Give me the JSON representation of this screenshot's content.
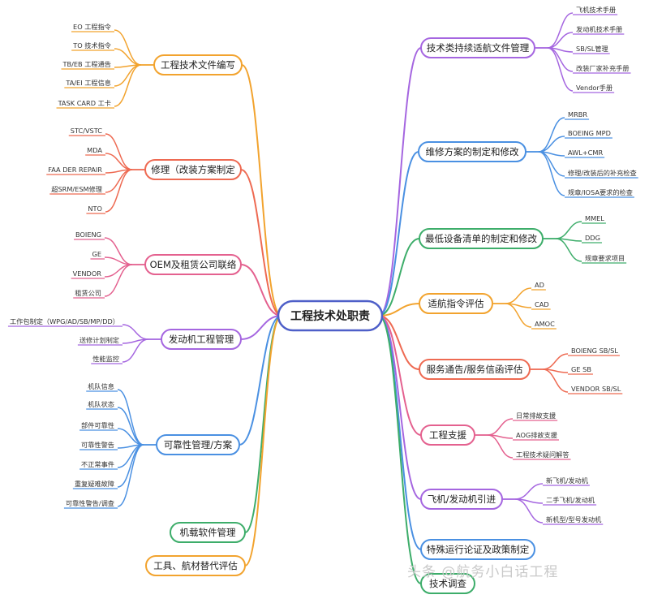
{
  "root": {
    "label": "工程技术处职责"
  },
  "watermark": "头条 @航务小白话工程",
  "colors": {
    "purple": "#a566e0",
    "blue": "#4a90e2",
    "green": "#3dad6a",
    "orange": "#f2a32e",
    "red": "#ee6a52",
    "pink": "#e4618f",
    "root_border": "#4e5fc8"
  },
  "branches": [
    {
      "id": "b1",
      "label": "工程技术文件编写",
      "color": "orange",
      "leaves": [
        "EO 工程指令",
        "TO 技术指令",
        "TB/EB 工程通告",
        "TA/EI 工程信息",
        "TASK CARD 工卡"
      ]
    },
    {
      "id": "b2",
      "label": "修理（改装方案制定",
      "color": "red",
      "leaves": [
        "STC/VSTC",
        "MDA",
        "FAA DER REPAIR",
        "超SRM/ESM修理",
        "NTO"
      ]
    },
    {
      "id": "b3",
      "label": "OEM及租赁公司联络",
      "color": "pink",
      "leaves": [
        "BOIENG",
        "GE",
        "VENDOR",
        "租赁公司"
      ]
    },
    {
      "id": "b4",
      "label": "发动机工程管理",
      "color": "purple",
      "leaves": [
        "工作包制定（WPG/AD/SB/MP/DD）",
        "送修计划制定",
        "性能监控"
      ]
    },
    {
      "id": "b5",
      "label": "可靠性管理/方案",
      "color": "blue",
      "leaves": [
        "机队信息",
        "机队状态",
        "部件可靠性",
        "可靠性警告",
        "不正常事件",
        "重复疑难故障",
        "可靠性警告/调查"
      ]
    },
    {
      "id": "b6",
      "label": "机载软件管理",
      "color": "green",
      "leaves": []
    },
    {
      "id": "b7",
      "label": "工具、航材替代评估",
      "color": "orange",
      "leaves": []
    },
    {
      "id": "b8",
      "label": "技术类持续适航文件管理",
      "color": "purple",
      "leaves": [
        "飞机技术手册",
        "发动机技术手册",
        "SB/SL管理",
        "改装厂家补充手册",
        "Vendor手册"
      ]
    },
    {
      "id": "b9",
      "label": "维修方案的制定和修改",
      "color": "blue",
      "leaves": [
        "MRBR",
        "BOEING MPD",
        "AWL+CMR",
        "修理/改装后的补充检查",
        "规章/IOSA要求的检查"
      ]
    },
    {
      "id": "b10",
      "label": "最低设备清单的制定和修改",
      "color": "green",
      "leaves": [
        "MMEL",
        "DDG",
        "规章要求项目"
      ]
    },
    {
      "id": "b11",
      "label": "适航指令评估",
      "color": "orange",
      "leaves": [
        "AD",
        "CAD",
        "AMOC"
      ]
    },
    {
      "id": "b12",
      "label": "服务通告/服务信函评估",
      "color": "red",
      "leaves": [
        "BOIENG SB/SL",
        "GE SB",
        "VENDOR SB/SL"
      ]
    },
    {
      "id": "b13",
      "label": "工程支援",
      "color": "pink",
      "leaves": [
        "日常排故支援",
        "AOG排故支援",
        "工程技术疑问解答"
      ]
    },
    {
      "id": "b14",
      "label": "飞机/发动机引进",
      "color": "purple",
      "leaves": [
        "新飞机/发动机",
        "二手飞机/发动机",
        "新机型/型号发动机"
      ]
    },
    {
      "id": "b15",
      "label": "特殊运行论证及政策制定",
      "color": "blue",
      "leaves": []
    },
    {
      "id": "b16",
      "label": "技术调查",
      "color": "green",
      "leaves": []
    }
  ]
}
